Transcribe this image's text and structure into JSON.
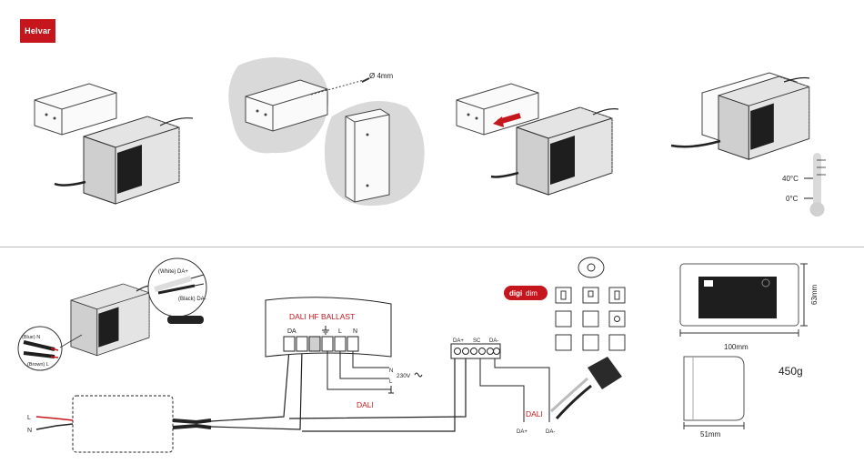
{
  "brand": {
    "logo": "Helvar",
    "color": "#c4161c"
  },
  "mounting": {
    "screw_label": "Ø 4mm"
  },
  "temperature": {
    "max": "40°C",
    "min": "0°C"
  },
  "wiring": {
    "label_white": "(White) DA+",
    "label_black": "(Black) DA-",
    "label_blue": "(Blue) N",
    "label_brown": "(Brown) L",
    "mains_L": "L",
    "mains_N": "N",
    "ballast_title": "DALI HF BALLAST",
    "ballast_da": "DA",
    "ballast_l": "L",
    "ballast_n": "N",
    "supply_n": "N",
    "supply_l": "L",
    "supply_voltage": "230V",
    "dali_label_1": "DALI",
    "dali_label_2": "DALI",
    "terminal_daplus": "DA+",
    "terminal_sc": "SC",
    "terminal_daminus": "DA-",
    "out_daplus": "DA+",
    "out_daminus": "DA-"
  },
  "digidim": {
    "brand_digi": "digi",
    "brand_dim": "dim"
  },
  "dimensions": {
    "height": "63mm",
    "width": "100mm",
    "depth": "51mm",
    "weight": "450g"
  },
  "colors": {
    "accent": "#c4161c",
    "line": "#222222",
    "blob": "#d9d9d9"
  }
}
